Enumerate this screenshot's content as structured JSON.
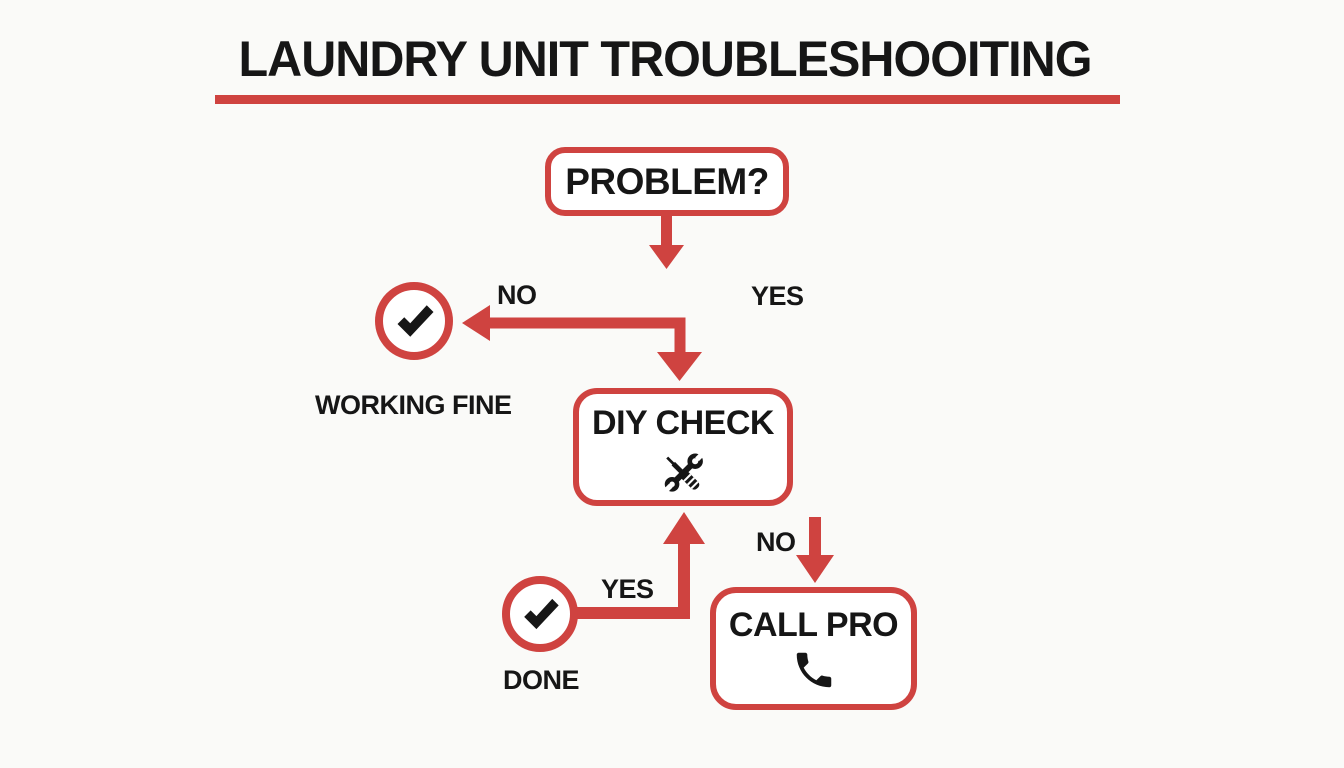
{
  "title": {
    "text": "LAUNDRY UNIT TROUBLESHOOITING"
  },
  "colors": {
    "accent": "#cf4340",
    "ink": "#161616",
    "background": "#fafaf8"
  },
  "flowchart": {
    "nodes": {
      "problem": {
        "label": "PROBLEM?"
      },
      "diy_check": {
        "label": "DIY CHECK",
        "icon": "tools-icon"
      },
      "call_pro": {
        "label": "CALL PRO",
        "icon": "phone-icon"
      },
      "working_fine": {
        "label": "WORKING FINE",
        "icon": "check-icon"
      },
      "done": {
        "label": "DONE",
        "icon": "check-icon"
      }
    },
    "edge_labels": {
      "problem_to_working_fine": "NO",
      "problem_to_diy": "YES",
      "diy_to_call_pro": "NO",
      "done_to_diy": "YES"
    }
  }
}
